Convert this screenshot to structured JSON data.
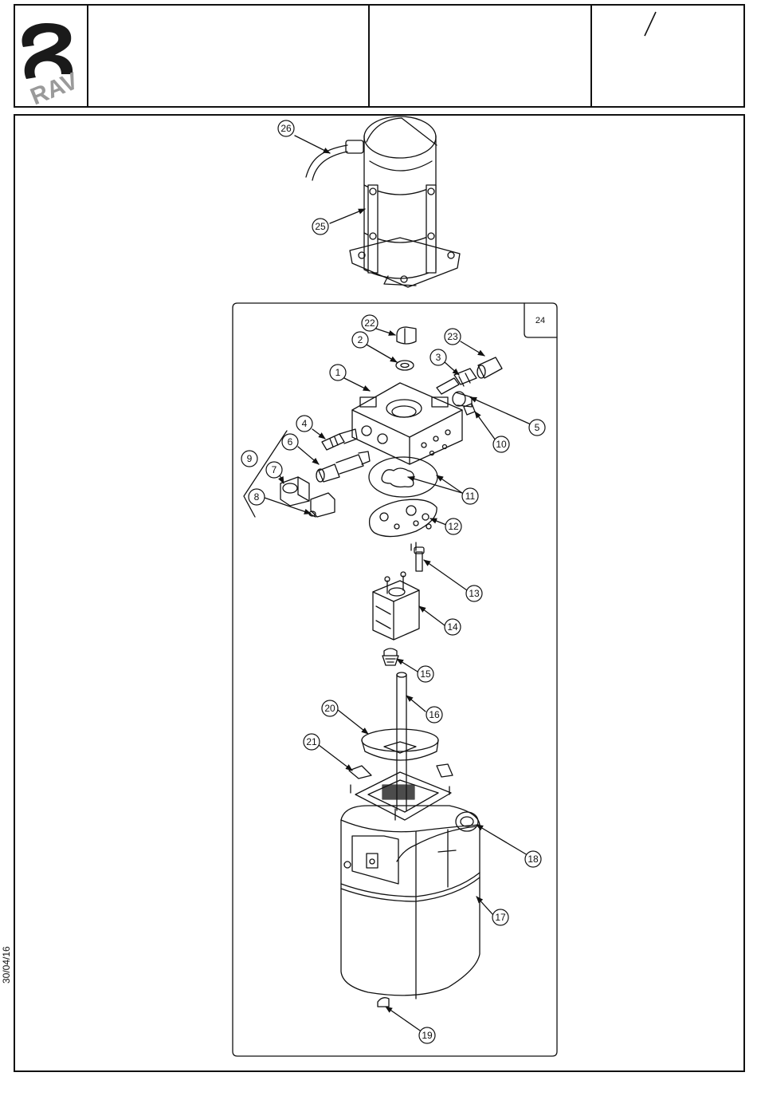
{
  "header": {
    "logo_text": "RAV",
    "slash": "/"
  },
  "side_date": "30/04/16",
  "callouts": [
    "1",
    "2",
    "3",
    "4",
    "5",
    "6",
    "7",
    "8",
    "9",
    "10",
    "11",
    "12",
    "13",
    "14",
    "15",
    "16",
    "17",
    "18",
    "19",
    "20",
    "21",
    "22",
    "23",
    "24",
    "25",
    "26"
  ],
  "colors": {
    "line": "#111111",
    "logo_dark": "#1a1a1a",
    "logo_grey": "#9a9a9a"
  }
}
